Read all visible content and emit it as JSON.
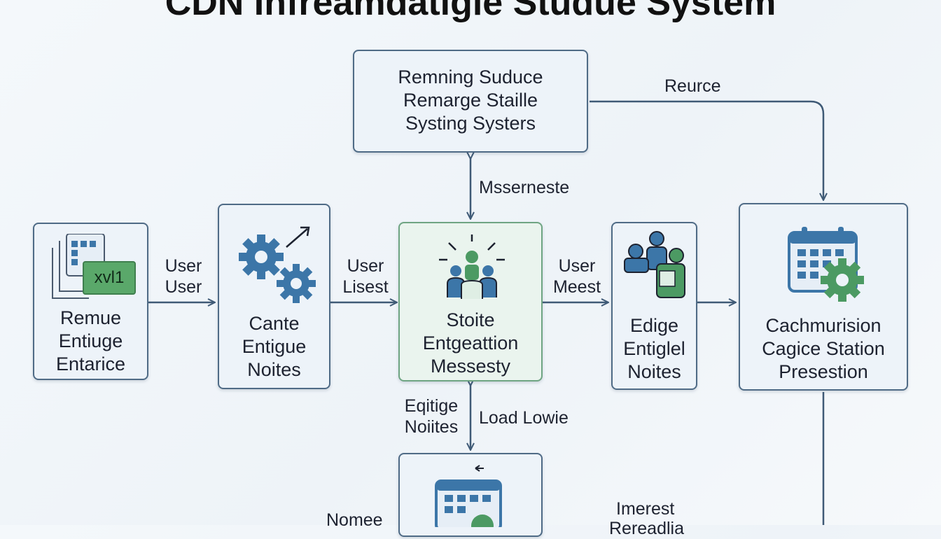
{
  "title": "CDN Infreamdatigle Studue System",
  "nodes": {
    "remote": {
      "line1": "Remue",
      "line2": "Entiuge",
      "line3": "Entarice",
      "badge": "xvl1"
    },
    "cante": {
      "line1": "Cante",
      "line2": "Entigue",
      "line3": "Noites"
    },
    "top": {
      "line1": "Remning Suduce",
      "line2": "Remarge Staille",
      "line3": "Systing Systers"
    },
    "center": {
      "line1": "Stoite",
      "line2": "Entgeattion",
      "line3": "Messesty"
    },
    "edige": {
      "line1": "Edige",
      "line2": "Entiglel",
      "line3": "Noites"
    },
    "cache": {
      "line1": "Cachmurision",
      "line2": "Cagice Station",
      "line3": "Presestion"
    }
  },
  "labels": {
    "e1": {
      "line1": "User",
      "line2": "User"
    },
    "e2": {
      "line1": "User",
      "line2": "Lisest"
    },
    "e3": {
      "line1": "User",
      "line2": "Meest"
    },
    "reurce": "Reurce",
    "mserneste": "Msserneste",
    "eqitige": {
      "line1": "Eqitige",
      "line2": "Noiites"
    },
    "load": "Load Lowie",
    "nomee": "Nomee",
    "imerest": "Imerest",
    "bottom_cut": "Rereadlia"
  },
  "colors": {
    "blue": "#3c76a8",
    "green": "#4c9a63",
    "border": "#4f6b86",
    "arrow": "#3f5a76"
  }
}
